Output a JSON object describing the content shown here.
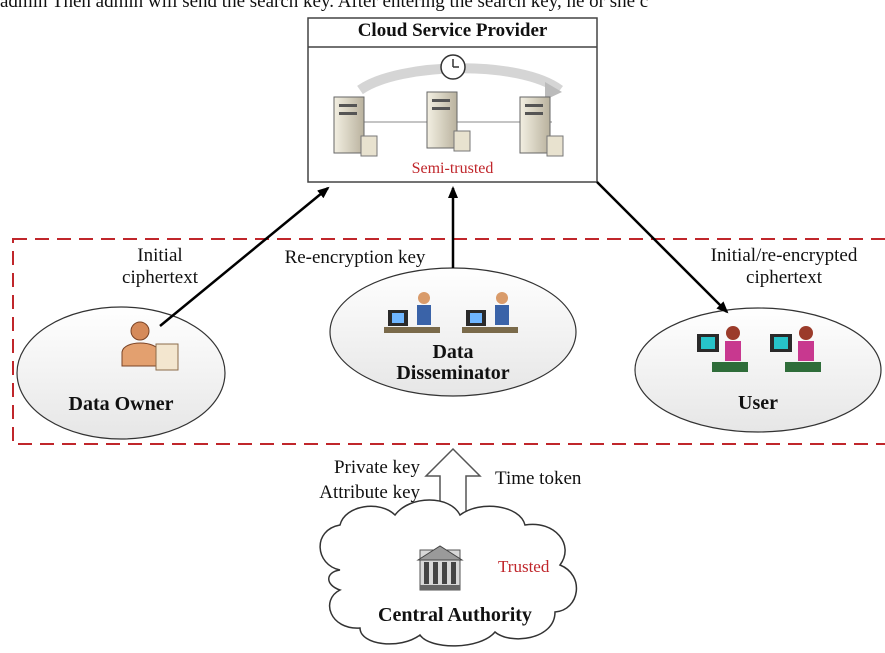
{
  "header_text": "admin Then admin will send the search key. After entering the search key, he or she c",
  "cloud_provider": {
    "title": "Cloud Service Provider",
    "trust": "Semi-trusted"
  },
  "edges": {
    "owner_to_cloud": "Initial\nciphertext",
    "disseminator_to_cloud": "Re-encryption key",
    "cloud_to_user": "Initial/re-encrypted\nciphertext",
    "authority_keys": "Private key\nAttribute key",
    "authority_token": "Time token"
  },
  "nodes": {
    "data_owner": "Data Owner",
    "data_disseminator": "Data\nDisseminator",
    "user": "User"
  },
  "central_authority": {
    "title": "Central Authority",
    "trust": "Trusted"
  },
  "colors": {
    "dashed_border": "#c0262b",
    "trust_text": "#c0262b",
    "server": "#d9d3c2"
  }
}
